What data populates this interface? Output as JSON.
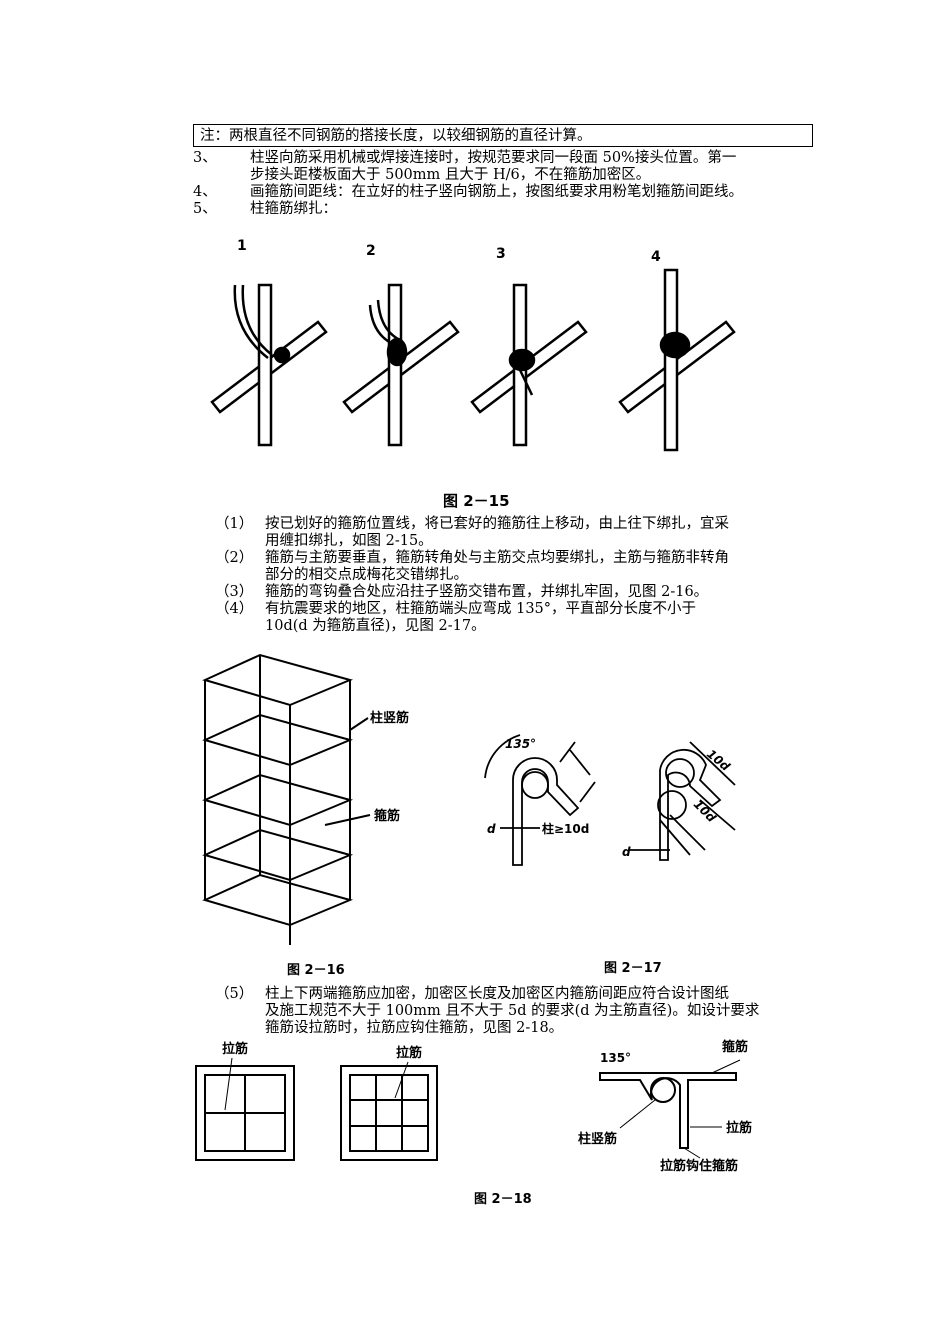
{
  "note": "注：两根直径不同钢筋的搭接长度，以较细钢筋的直径计算。",
  "items": [
    {
      "num": "3、",
      "lines": [
        "柱竖向筋采用机械或焊接连接时，按规范要求同一段面 50%接头位置。第一",
        "步接头距楼板面大于 500mm 且大于 H/6，不在箍筋加密区。"
      ]
    },
    {
      "num": "4、",
      "lines": [
        "画箍筋间距线：在立好的柱子竖向钢筋上，按图纸要求用粉笔划箍筋间距线。"
      ]
    },
    {
      "num": "5、",
      "lines": [
        "柱箍筋绑扎："
      ]
    }
  ],
  "fig_2_15": {
    "steps": [
      "1",
      "2",
      "3",
      "4"
    ],
    "caption": "图 2－15"
  },
  "subitems": [
    {
      "num": "（1）",
      "lines": [
        "按已划好的箍筋位置线，将已套好的箍筋往上移动，由上往下绑扎，宜采",
        "用缠扣绑扎，如图 2-15。"
      ]
    },
    {
      "num": "（2）",
      "lines": [
        "箍筋与主筋要垂直，箍筋转角处与主筋交点均要绑扎，主筋与箍筋非转角",
        "部分的相交点成梅花交错绑扎。"
      ]
    },
    {
      "num": "（3）",
      "lines": [
        "箍筋的弯钩叠合处应沿拄子竖筋交错布置，并绑扎牢固，见图 2-16。"
      ]
    },
    {
      "num": "（4）",
      "lines": [
        "有抗震要求的地区，柱箍筋端头应弯成 135°，平直部分长度不小于",
        "10d(d 为箍筋直径)，见图 2-17。"
      ]
    },
    {
      "num": "（5）",
      "lines": [
        "柱上下两端箍筋应加密，加密区长度及加密区内箍筋间距应符合设计图纸",
        "及施工规范不大于 100mm 且不大于 5d 的要求(d 为主筋直径)。如设计要求",
        "箍筋设拉筋时，拉筋应钩住箍筋，见图 2-18。"
      ]
    }
  ],
  "fig_2_16": {
    "label_column_bar": "柱竖筋",
    "label_stirrup": "箍筋",
    "caption": "图 2－16"
  },
  "fig_2_17": {
    "angle": "135°",
    "d_left": "d",
    "min_len": "柱≥10d",
    "len_top": "10d",
    "len_bottom": "10d",
    "d_right": "d",
    "caption": "图 2－17"
  },
  "fig_2_18": {
    "tie_left": "拉筋",
    "tie_mid": "拉筋",
    "angle": "135°",
    "stirrup": "箍筋",
    "tie_right": "拉筋",
    "column_bar": "柱竖筋",
    "hook_label": "拉筋钩住箍筋",
    "caption": "图 2－18"
  }
}
